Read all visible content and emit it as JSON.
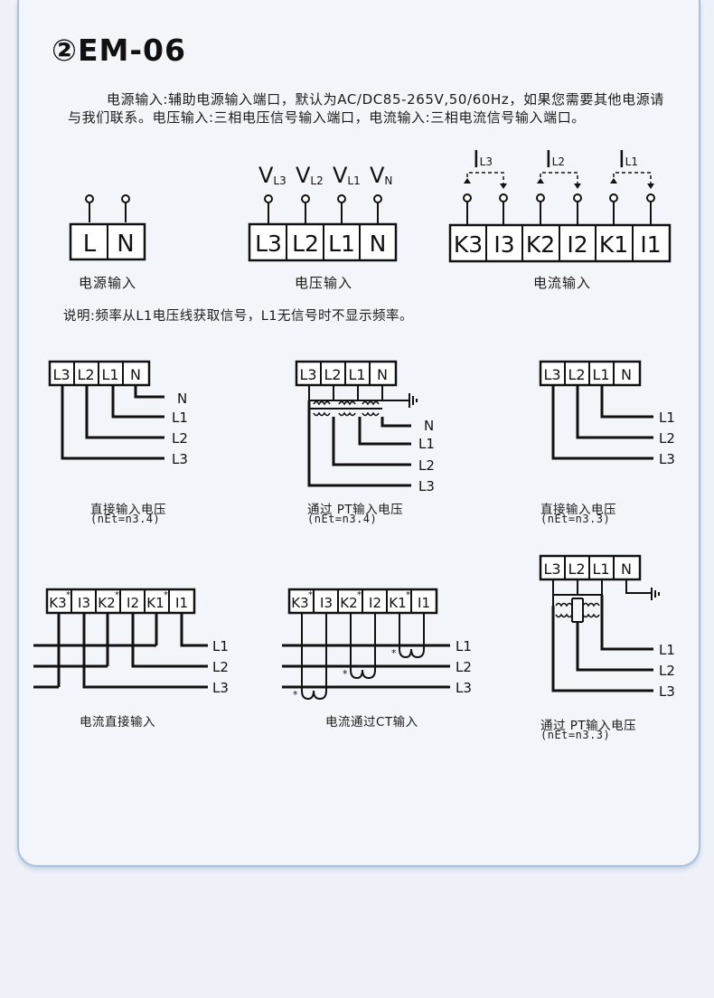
{
  "title": "②EM-06",
  "description": "电源输入:辅助电源输入端口，默认为AC/DC85-265V,50/60Hz，如果您需要其他电源请与我们联系。电压输入:三相电压信号输入端口，电流输入:三相电流信号输入端口。",
  "note": "说明:频率从L1电压线获取信号，L1无信号时不显示频率。",
  "power": {
    "terminals": [
      "L",
      "N"
    ],
    "caption": "电源输入"
  },
  "voltage": {
    "labels": [
      {
        "main": "V",
        "sub": "L3"
      },
      {
        "main": "V",
        "sub": "L2"
      },
      {
        "main": "V",
        "sub": "L1"
      },
      {
        "main": "V",
        "sub": "N"
      }
    ],
    "terminals": [
      "L3",
      "L2",
      "L1",
      "N"
    ],
    "caption": "电压输入"
  },
  "current": {
    "labels": [
      {
        "main": "I",
        "sub": "L3"
      },
      {
        "main": "I",
        "sub": "L2"
      },
      {
        "main": "I",
        "sub": "L1"
      }
    ],
    "terminals": [
      "K3",
      "I3",
      "K2",
      "I2",
      "K1",
      "I1"
    ],
    "caption": "电流输入"
  },
  "wiring": {
    "v_terminals": [
      "L3",
      "L2",
      "L1",
      "N"
    ],
    "i_terminals": [
      "K3",
      "I3",
      "K2",
      "I2",
      "K1",
      "I1"
    ],
    "lines4": [
      "N",
      "L1",
      "L2",
      "L3"
    ],
    "lines3": [
      "L1",
      "L2",
      "L3"
    ],
    "star": "*",
    "d1": {
      "caption": "直接输入电压",
      "sub": "(nEt=n3.4)"
    },
    "d2": {
      "caption": "通过 PT输入电压",
      "sub": "(nEt=n3.4)"
    },
    "d3": {
      "caption": "直接输入电压",
      "sub": "(nEt=n3.3)"
    },
    "d4": {
      "caption": "电流直接输入"
    },
    "d5": {
      "caption": "电流通过CT输入"
    },
    "d6": {
      "caption": "通过 PT输入电压",
      "sub": "(nEt=n3.3)"
    }
  }
}
